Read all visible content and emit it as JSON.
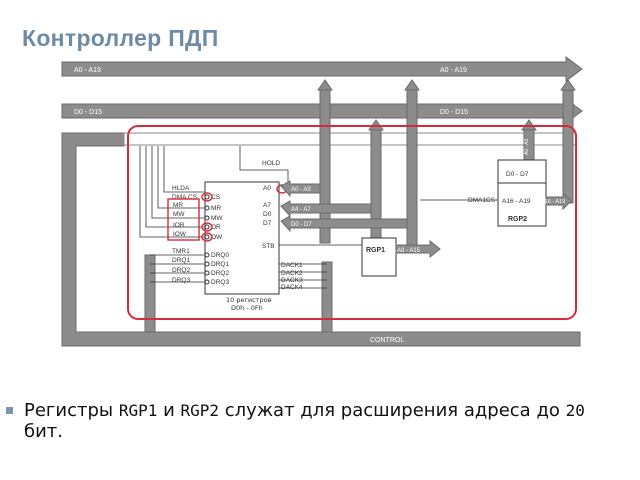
{
  "slide": {
    "title": "Контроллер ПДП",
    "bullet_pre": "Регистры ",
    "bullet_r1": "RGP1",
    "bullet_mid": " и ",
    "bullet_r2": "RGP2",
    "bullet_post1": " служат для расширения адреса до ",
    "bullet_num": "20",
    "bullet_post2": "бит."
  },
  "diagram": {
    "bus_a0_left": "A0 - A19",
    "bus_a0_right": "A0 - A19",
    "bus_d0_left": "D0 - D15",
    "bus_d0_right": "D0 - D15",
    "control_top": "CONTROL",
    "control_bottom": "CONTROL",
    "hold": "HOLD",
    "hlda": "HLDA",
    "dma_cs": "DMA CS",
    "mr_in": "MR",
    "mw_in": "MW",
    "ior_in": "IOR",
    "iow_in": "IOW",
    "tmr1": "TMR1",
    "drq1_in": "DRQ1",
    "drq2_in": "DRQ2",
    "drq3_in": "DRQ3",
    "pin_cs": "CS",
    "pin_mr": "MR",
    "pin_mw": "MW",
    "pin_or": "OR",
    "pin_ow": "OW",
    "pin_drq0": "DRQ0",
    "pin_drq1": "DRQ1",
    "pin_drq2": "DRQ2",
    "pin_drq3": "DRQ3",
    "pin_a0": "A0",
    "pin_a7": "A7",
    "pin_d0": "D0",
    "pin_d7": "D7",
    "pin_stb": "STB",
    "dack1": "DACK1",
    "dack2": "DACK2",
    "dack3": "DACK3",
    "dack4": "DACK4",
    "chip_regs": "10 регистров",
    "chip_addr": "D0h - 0Fh",
    "arrow_a0_a3": "A0 - A3",
    "arrow_a4_a7": "A4 - A7",
    "arrow_d0_d7": "D0 - D7",
    "rgp1": "RGP1",
    "rgp1_out": "A8 - A15",
    "rgp2": "RGP2",
    "rgp2_d": "D0 - D7",
    "rgp2_a": "A16 - A19",
    "rgp2_out": "A16 - A19",
    "rgp2_in": "A0 - A3",
    "dma1cs": "DMA1CS"
  },
  "colors": {
    "title": "#6e8ba6",
    "bus_fill": "#8c8c8c",
    "bus_stroke": "#6a6a6a",
    "highlight_red": "#d62b3a",
    "bullet": "#7a96b2"
  }
}
